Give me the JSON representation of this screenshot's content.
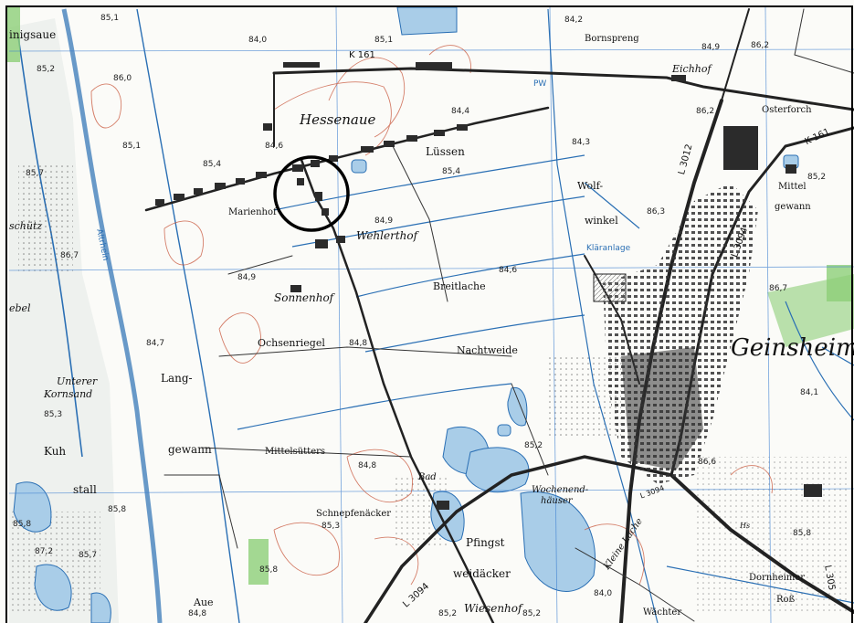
{
  "places": {
    "hessenaue": "Hessenaue",
    "geinsheim": "Geinsheim",
    "lussen": "Lüssen",
    "wehlerthof": "Wehlerthof",
    "marienhof": "Marienhof",
    "sonnenhof": "Sonnenhof",
    "breitlache": "Breitlache",
    "nachtweide": "Nachtweide",
    "ochsenriegel": "Ochsenriegel",
    "unterer": "Unterer",
    "kornsand": "Kornsand",
    "lang": "Lang-",
    "gewann_left": "gewann",
    "kuh": "Kuh",
    "stall": "stall",
    "mittelsutters": "Mittelsütters",
    "schnepfenacker": "Schnepfenäcker",
    "bad": "Bad",
    "wochenend": "Wochenend-",
    "hauser": "häuser",
    "pfingst": "Pfingst",
    "weidacker": "weidäcker",
    "wiesenhof": "Wiesenhof",
    "wolf": "Wolf-",
    "winkel": "winkel",
    "klaranlage": "Kläranlage",
    "eichhof": "Eichhof",
    "bornspreng": "Bornspreng",
    "osterforch": "Osterforch",
    "mittel": "Mittel",
    "gewann_right": "gewann",
    "dornheimer": "Dornheimer",
    "ross": "Roß",
    "wachter": "Wächter",
    "kleine_lache": "Kleine Lache",
    "aue": "Aue",
    "schutz": "schütz",
    "ebel": "ebel",
    "inigsaue": "inigsaue",
    "altrhein": "Altrhein",
    "pw": "PW",
    "hs": "Hs"
  },
  "roads": {
    "k161_top": "K 161",
    "k161_right": "K 161",
    "l3012": "L 3012",
    "l3094_center": "L 3094",
    "l3094_right": "L 3094",
    "l3094_bottom": "L 3094",
    "l305": "L 305"
  },
  "spot_heights": {
    "h1": "85,1",
    "h2": "84,0",
    "h3": "85,1",
    "h4": "84,2",
    "h5": "84,9",
    "h6": "86,2",
    "h7": "85,2",
    "h8": "86,0",
    "h9": "84,4",
    "h10": "86,2",
    "h11": "84,6",
    "h12": "85,4",
    "h13": "85,4",
    "h14": "84,3",
    "h15": "85,1",
    "h16": "85,7",
    "h17": "84,9",
    "h18": "85,2",
    "h19": "86,3",
    "h20": "84,6",
    "h21": "84,9",
    "h22": "86,7",
    "h23": "86,7",
    "h24": "84,7",
    "h25": "84,8",
    "h26": "84,1",
    "h27": "85,3",
    "h28": "84,8",
    "h29": "85,2",
    "h30": "85,3",
    "h31": "85,8",
    "h32": "86,6",
    "h33": "85,8",
    "h34": "87,2",
    "h35": "85,7",
    "h36": "85,8",
    "h37": "84,8",
    "h38": "84,0",
    "h39": "85,2",
    "h40": "85,8",
    "h41": "85,2"
  },
  "colors": {
    "water": "#a9cde8",
    "water_line": "#2a6fb4",
    "contour": "#c8553a",
    "road": "#222222",
    "grid": "#3b7ed0",
    "settlement": "#2b2b2b",
    "forest": "#8dcf78",
    "highlight_circle": "#000000"
  },
  "annotation": {
    "type": "highlight-circle",
    "target": "Hessenaue settlement"
  }
}
